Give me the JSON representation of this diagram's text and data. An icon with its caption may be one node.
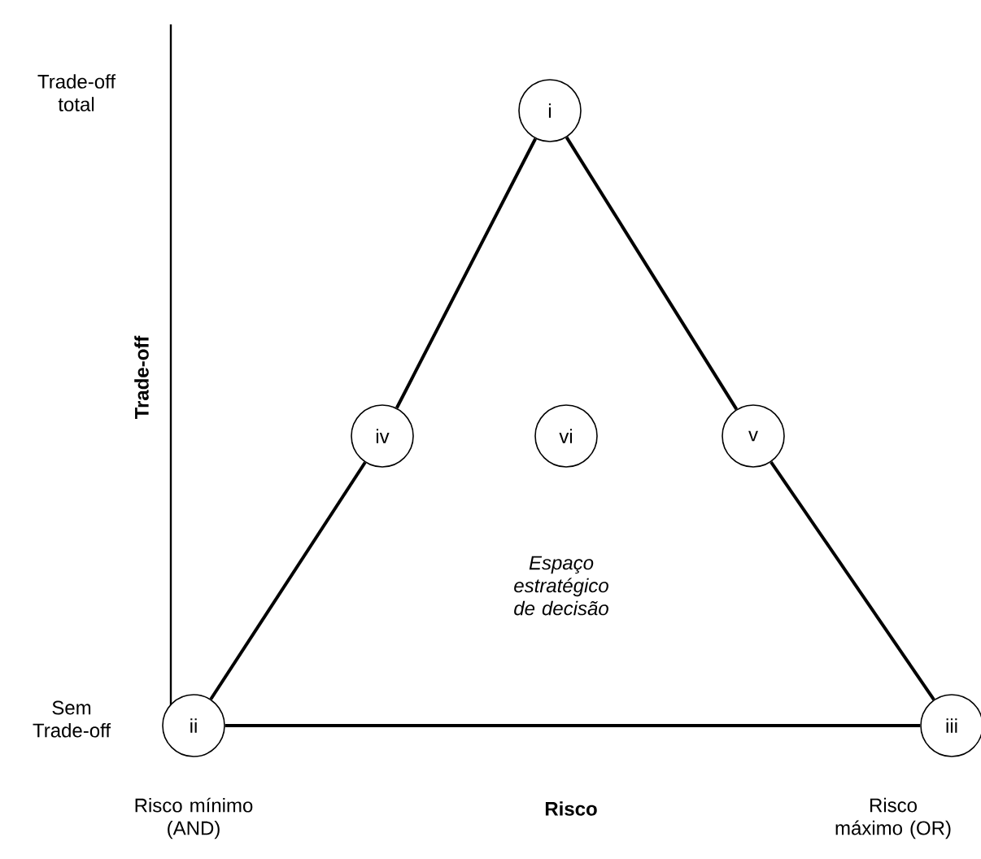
{
  "diagram": {
    "nodes": [
      {
        "text": [
          "i"
        ]
      },
      {
        "text": [
          "iv"
        ]
      },
      {
        "text": [
          "vi"
        ]
      },
      {
        "text": [
          "v"
        ]
      },
      {
        "text": [
          "ii"
        ]
      },
      {
        "text": [
          "iii"
        ]
      }
    ],
    "edges": [
      {
        "from": 0,
        "to": 1,
        "arrow": "none"
      },
      {
        "from": 1,
        "to": 4,
        "arrow": "none"
      },
      {
        "from": 0,
        "to": 3,
        "arrow": "none"
      },
      {
        "from": 3,
        "to": 5,
        "arrow": "none"
      },
      {
        "from": 4,
        "to": 5,
        "arrow": "none"
      }
    ],
    "labels": [
      "Trade-off total",
      "Trade-off",
      "Espaço estratégico de decisão",
      "Sem Trade-off",
      "Risco mínimo (AND)",
      "Risco",
      "Risco máximo (OR)"
    ]
  }
}
